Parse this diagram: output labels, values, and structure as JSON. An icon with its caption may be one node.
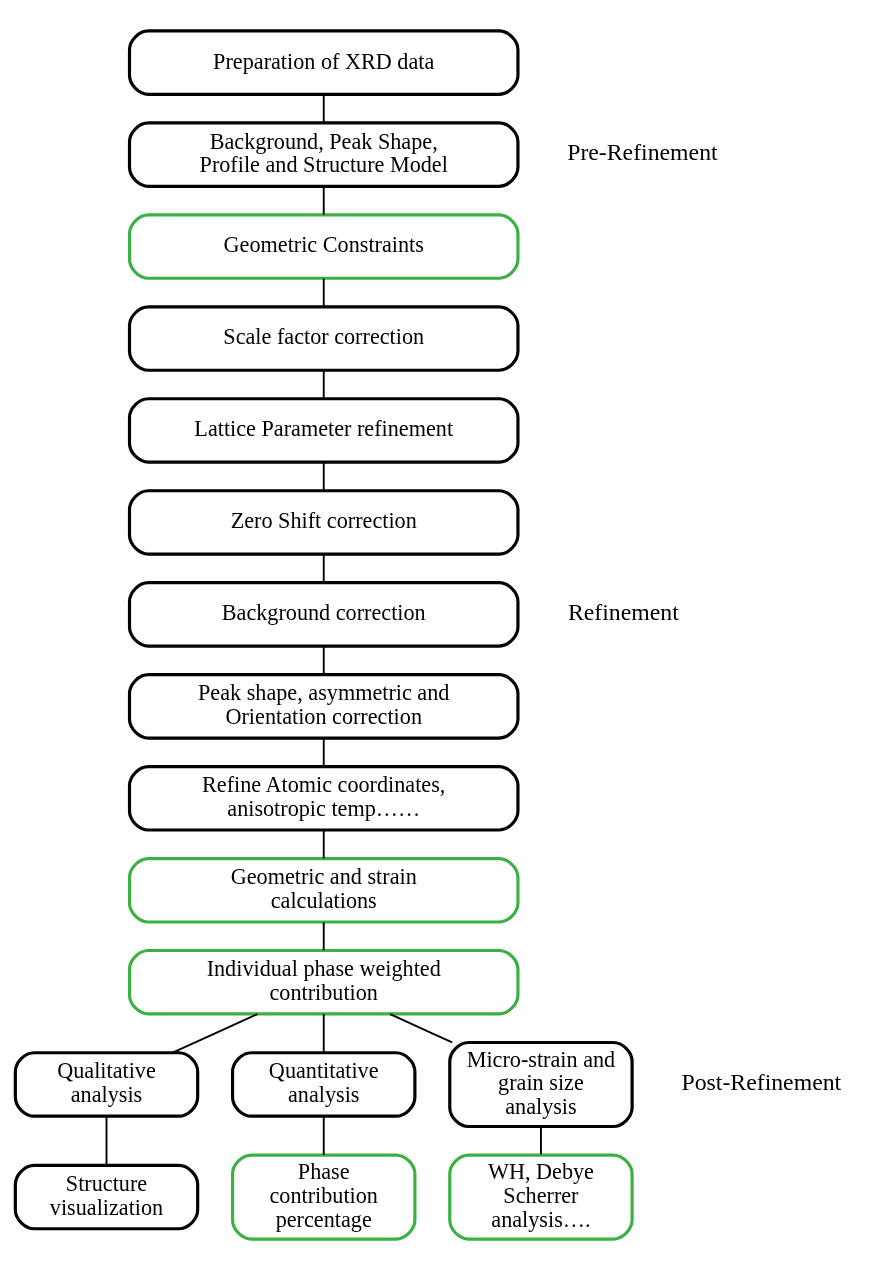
{
  "diagram": {
    "nodes": [
      {
        "text": [
          "Preparation of XRD data"
        ]
      },
      {
        "text": [
          "Background, Peak Shape, Profile and Structure Model"
        ]
      },
      {
        "text": [
          "Geometric Constraints"
        ]
      },
      {
        "text": [
          "Scale factor correction"
        ]
      },
      {
        "text": [
          "Lattice Parameter refinement"
        ]
      },
      {
        "text": [
          "Zero Shift correction"
        ]
      },
      {
        "text": [
          "Background correction"
        ]
      },
      {
        "text": [
          "Peak shape, asymmetric and Orientation correction"
        ]
      },
      {
        "text": [
          "Refine Atomic coordinates, anisotropic temp……"
        ]
      },
      {
        "text": [
          "Geometric and strain calculations"
        ]
      },
      {
        "text": [
          "Individual phase weighted contribution"
        ]
      },
      {
        "text": [
          "Qualitative analysis"
        ]
      },
      {
        "text": [
          "Quantitative analysis"
        ]
      },
      {
        "text": [
          "Micro-strain and grain size analysis"
        ]
      },
      {
        "text": [
          "Structure visualization"
        ]
      },
      {
        "text": [
          "Phase contribution percentage"
        ]
      },
      {
        "text": [
          "WH, Debye Scherrer analysis…."
        ]
      }
    ],
    "edges": [
      {
        "from": 0,
        "to": 1,
        "arrow": "none"
      },
      {
        "from": 1,
        "to": 2,
        "arrow": "none"
      },
      {
        "from": 2,
        "to": 3,
        "arrow": "none"
      },
      {
        "from": 3,
        "to": 4,
        "arrow": "none"
      },
      {
        "from": 4,
        "to": 5,
        "arrow": "none"
      },
      {
        "from": 5,
        "to": 6,
        "arrow": "none"
      },
      {
        "from": 6,
        "to": 7,
        "arrow": "none"
      },
      {
        "from": 7,
        "to": 8,
        "arrow": "none"
      },
      {
        "from": 8,
        "to": 9,
        "arrow": "none"
      },
      {
        "from": 9,
        "to": 10,
        "arrow": "none"
      },
      {
        "from": 10,
        "to": 11,
        "arrow": "none"
      },
      {
        "from": 10,
        "to": 12,
        "arrow": "none"
      },
      {
        "from": 10,
        "to": 13,
        "arrow": "none"
      },
      {
        "from": 11,
        "to": 14,
        "arrow": "none"
      },
      {
        "from": 12,
        "to": 15,
        "arrow": "none"
      },
      {
        "from": 13,
        "to": 16,
        "arrow": "none"
      }
    ],
    "labels": [
      "Pre-Refinement",
      "Refinement",
      "Post-Refinement"
    ]
  }
}
